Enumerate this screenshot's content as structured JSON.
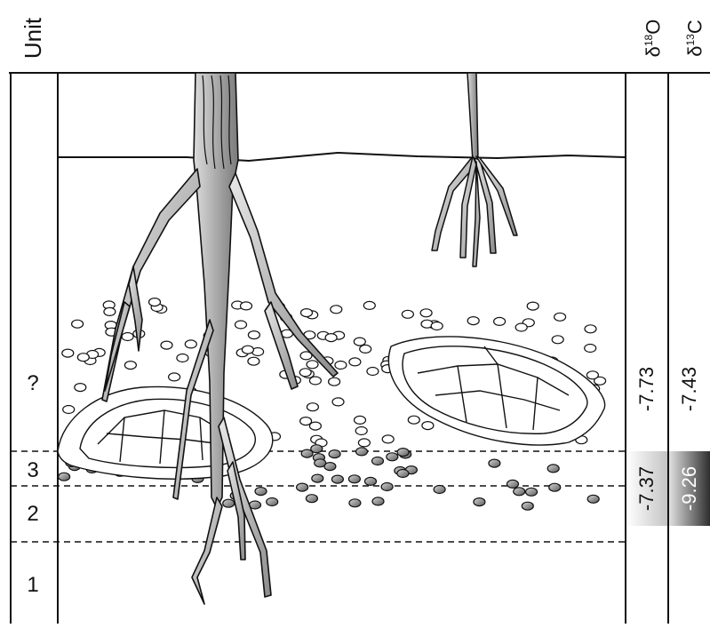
{
  "header": {
    "unit_label": "Unit",
    "d18o_label": "δ18O",
    "d18o_symbol": "δ",
    "d18o_mass": "18",
    "d18o_element": "O",
    "d13c_symbol": "δ",
    "d13c_mass": "13",
    "d13c_element": "C"
  },
  "units": [
    {
      "name": "?"
    },
    {
      "name": "3"
    },
    {
      "name": "2"
    },
    {
      "name": "1"
    }
  ],
  "isotopes": {
    "upper": {
      "d18o": "-7.73",
      "d13c": "-7.43"
    },
    "lower": {
      "d18o": "-7.37",
      "d13c": "-9.26"
    }
  },
  "colors": {
    "line": "#111111",
    "root_light": "#e6e6e6",
    "root_dark": "#808080",
    "nodule_white": "#ffffff",
    "nodule_grey": "#8a8a8a",
    "d18o_gradient_start": "#ffffff",
    "d18o_gradient_end": "#bdbdbd",
    "d13c_gradient_start": "#d9d9d9",
    "d13c_gradient_end": "#3a3a3a"
  }
}
